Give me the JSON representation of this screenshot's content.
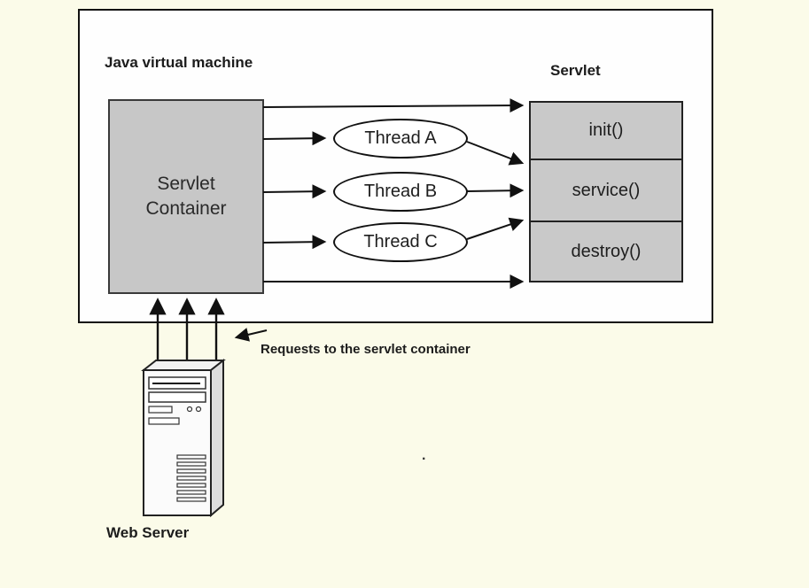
{
  "diagram": {
    "jvm_label": "Java virtual machine",
    "servlet_header": "Servlet",
    "container_label": "Servlet Container",
    "threads": [
      "Thread A",
      "Thread B",
      "Thread C"
    ],
    "methods": [
      "init()",
      "service()",
      "destroy()"
    ],
    "requests_caption": "Requests to the servlet container",
    "web_server_label": "Web Server",
    "stray_mark": "."
  },
  "colors": {
    "page_background": "#fbfbe9",
    "jvm_background": "#fefefe",
    "box_fill": "#c8c8c8",
    "ellipse_fill": "#ffffff",
    "line": "#111111",
    "text": "#1c1c1c"
  }
}
